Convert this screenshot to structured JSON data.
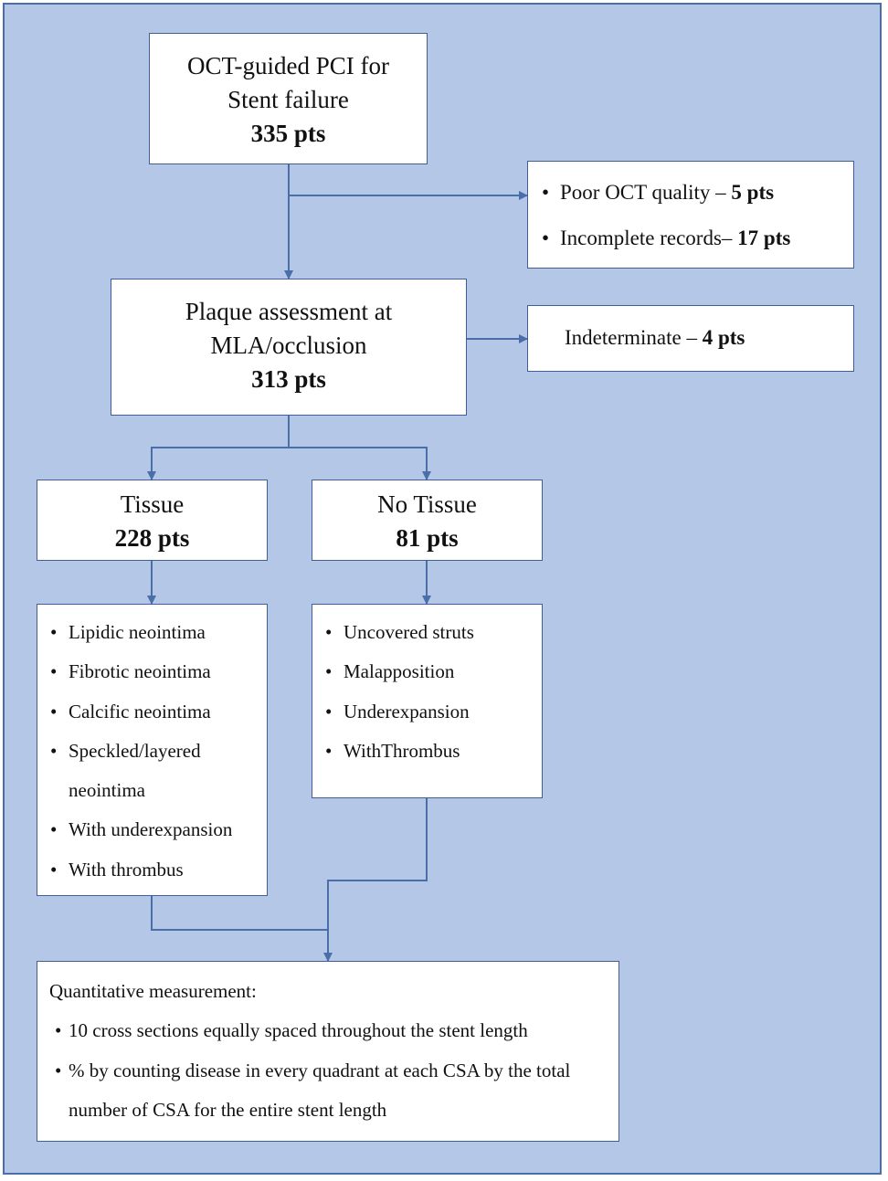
{
  "start": {
    "line1": "OCT-guided PCI for",
    "line2": "Stent failure",
    "count": "335 pts"
  },
  "exclusion1": {
    "items": [
      {
        "text": "Poor OCT quality – ",
        "count": "5 pts"
      },
      {
        "text": "Incomplete records– ",
        "count": "17 pts"
      }
    ]
  },
  "plaque": {
    "line1": "Plaque assessment at",
    "line2": "MLA/occlusion",
    "count": "313 pts"
  },
  "exclusion2": {
    "text": "Indeterminate – ",
    "count": "4 pts"
  },
  "tissue": {
    "title": "Tissue",
    "count": "228 pts",
    "items": [
      "Lipidic neointima",
      "Fibrotic neointima",
      "Calcific neointima",
      "Speckled/layered neointima",
      "With underexpansion",
      "With thrombus"
    ]
  },
  "no_tissue": {
    "title": "No Tissue",
    "count": "81 pts",
    "items": [
      "Uncovered struts",
      "Malapposition",
      "Underexpansion",
      "WithThrombus"
    ]
  },
  "quant": {
    "title": "Quantitative measurement:",
    "items": [
      "10 cross sections equally spaced throughout the stent length",
      "% by counting disease in every quadrant at each CSA by the total number of CSA for the entire stent length"
    ]
  },
  "colors": {
    "background": "#b4c7e7",
    "border": "#3f5f96",
    "arrow": "#4a6ea9"
  }
}
